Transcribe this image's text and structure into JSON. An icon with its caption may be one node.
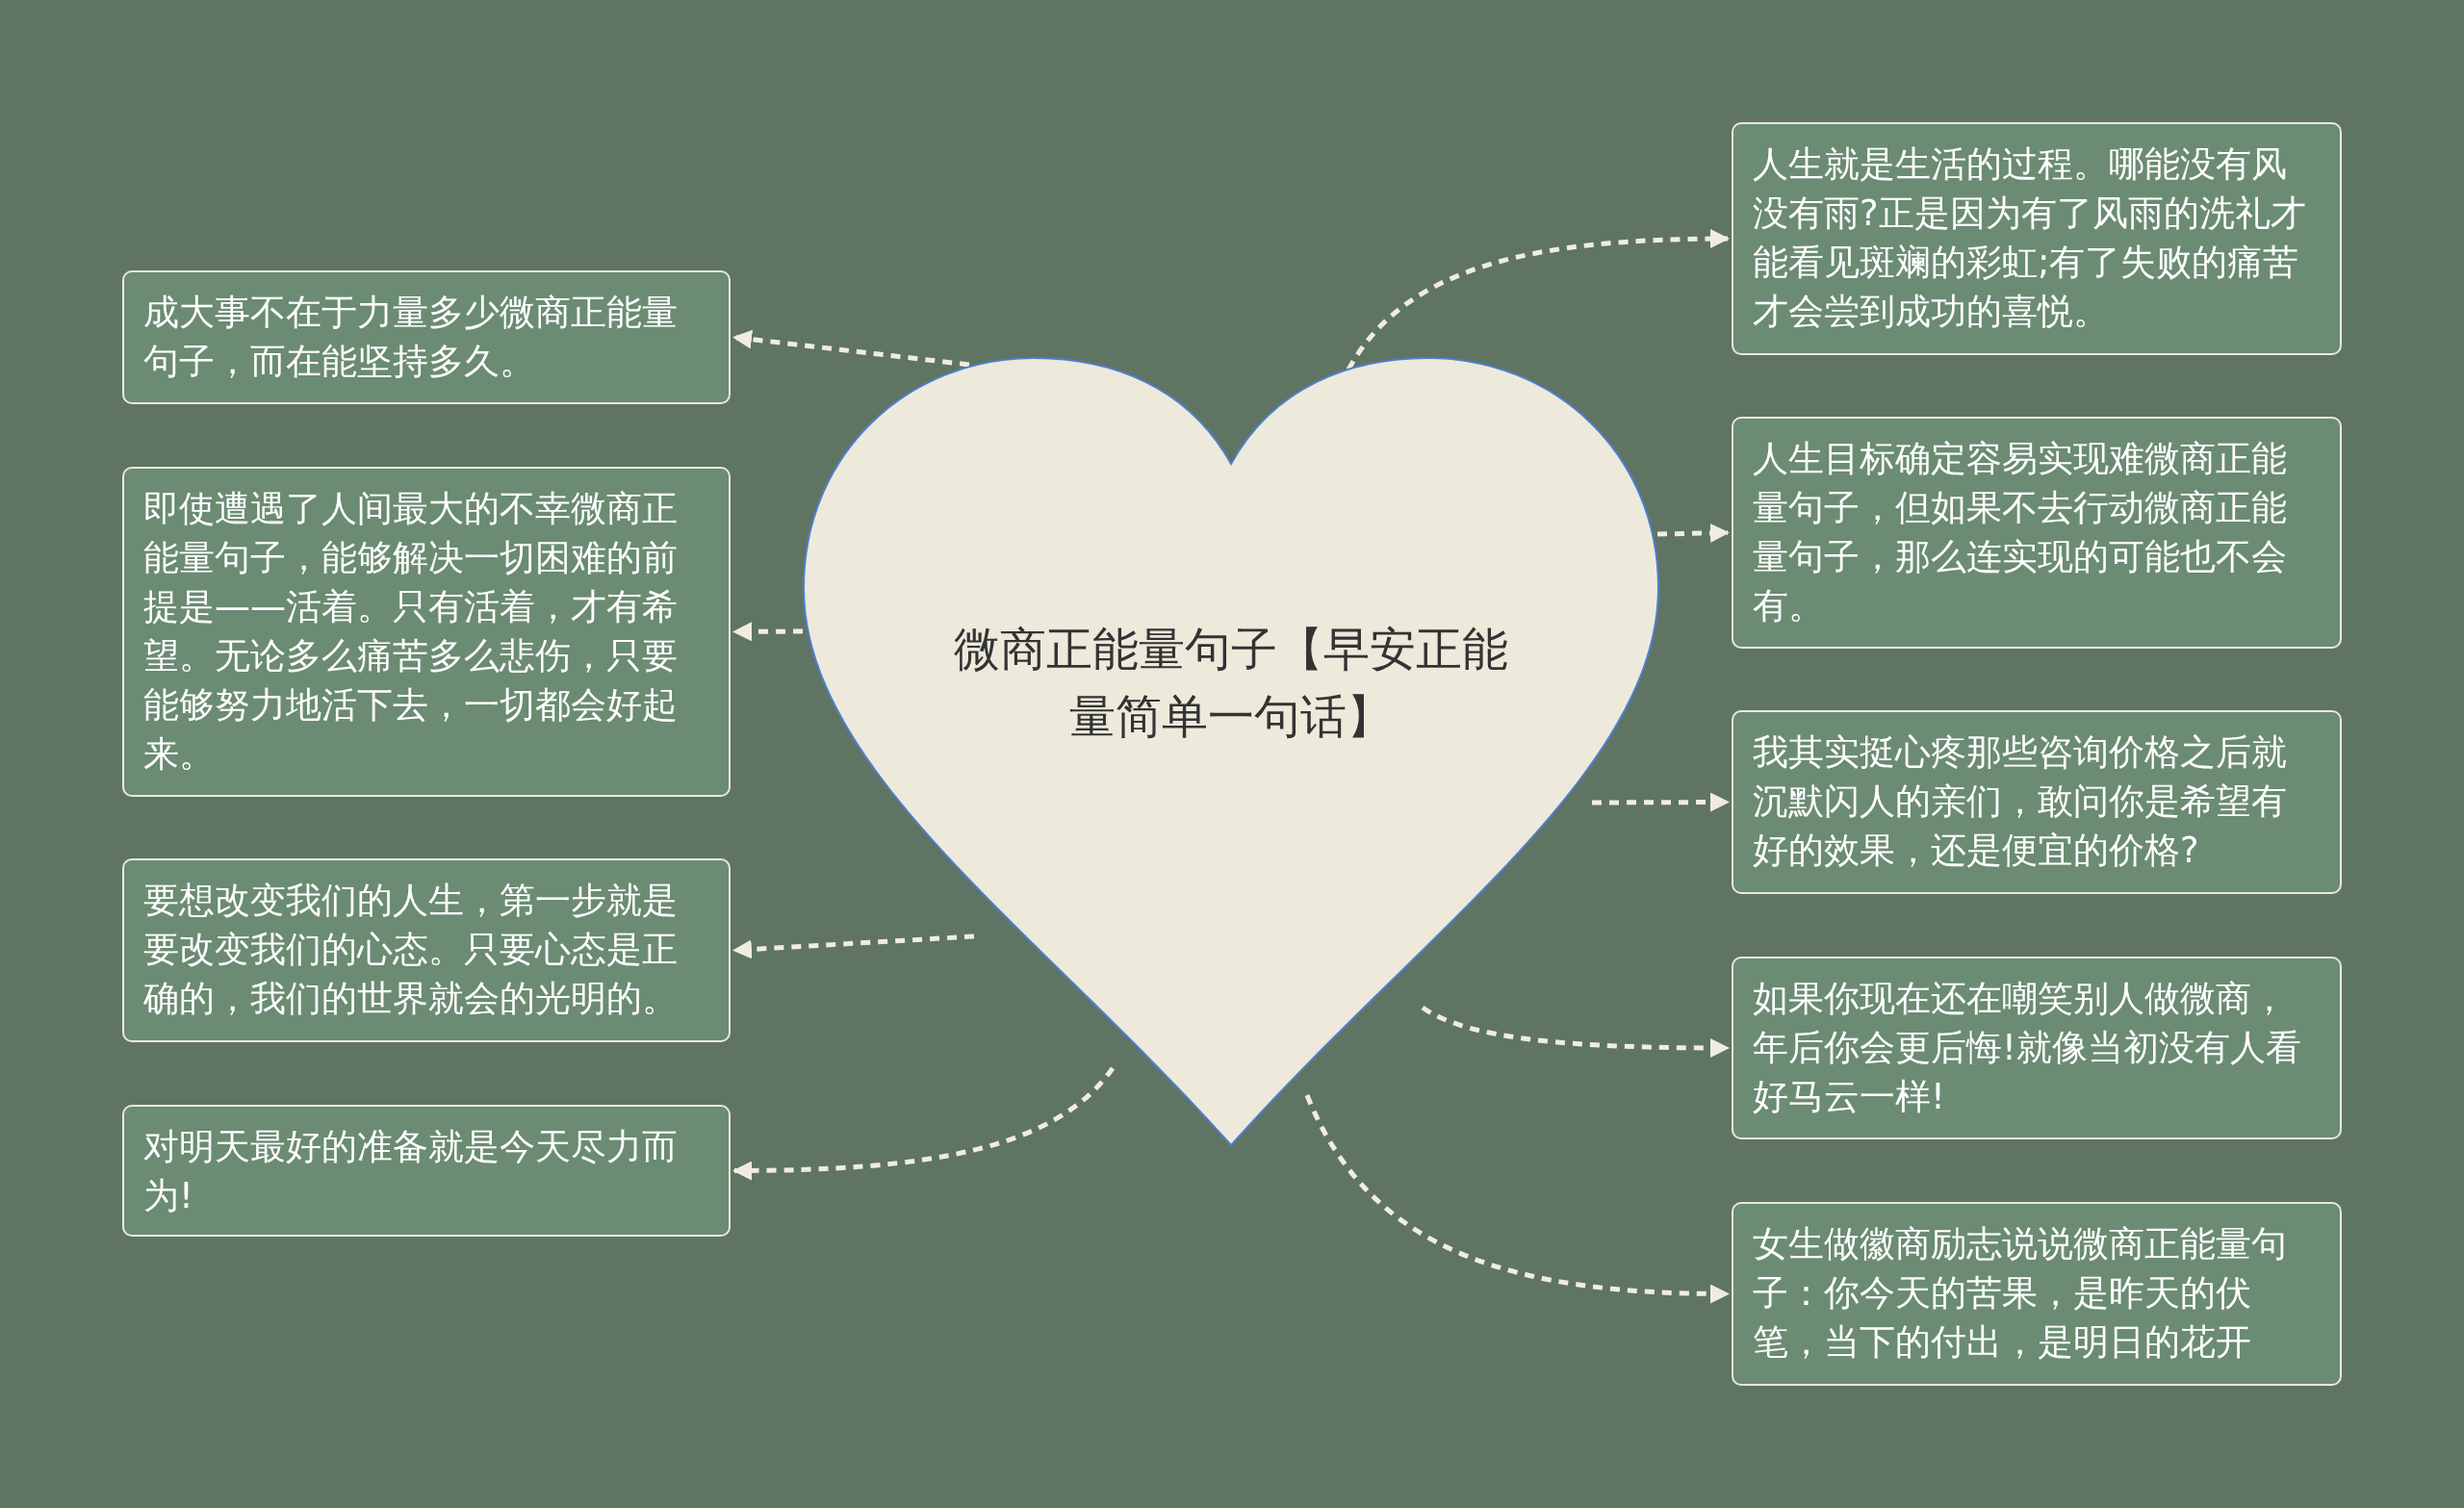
{
  "diagram": {
    "nodes": [
      {
        "text": [
          "微商正能量句子【早安正能量简单一句话】"
        ]
      },
      {
        "text": [
          "成大事不在于力量多少微商正能量句子，而在能坚持多久。"
        ]
      },
      {
        "text": [
          "即使遭遇了人间最大的不幸微商正能量句子，能够解决一切困难的前提是——活着。只有活着，才有希望。无论多么痛苦多么悲伤，只要能够努力地活下去，一切都会好起来。"
        ]
      },
      {
        "text": [
          "要想改变我们的人生，第一步就是要改变我们的心态。只要心态是正确的，我们的世界就会的光明的。"
        ]
      },
      {
        "text": [
          "对明天最好的准备就是今天尽力而为!"
        ]
      },
      {
        "text": [
          "人生就是生活的过程。哪能没有风没有雨?正是因为有了风雨的洗礼才能看见斑斓的彩虹;有了失败的痛苦才会尝到成功的喜悦。"
        ]
      },
      {
        "text": [
          "人生目标确定容易实现难微商正能量句子，但如果不去行动微商正能量句子，那么连实现的可能也不会有。"
        ]
      },
      {
        "text": [
          "我其实挺心疼那些咨询价格之后就沉默闪人的亲们，敢问你是希望有好的效果，还是便宜的价格?"
        ]
      },
      {
        "text": [
          "如果你现在还在嘲笑别人做微商，年后你会更后悔!就像当初没有人看好马云一样!"
        ]
      },
      {
        "text": [
          "女生做徽商励志说说微商正能量句子：你今天的苦果，是昨天的伏笔，当下的付出，是明日的花开"
        ]
      }
    ],
    "edges": [
      {
        "from": 0,
        "to": 1,
        "arrow": "to",
        "style": "dashed"
      },
      {
        "from": 0,
        "to": 2,
        "arrow": "to",
        "style": "dashed"
      },
      {
        "from": 0,
        "to": 3,
        "arrow": "to",
        "style": "dashed"
      },
      {
        "from": 0,
        "to": 4,
        "arrow": "to",
        "style": "dashed"
      },
      {
        "from": 0,
        "to": 5,
        "arrow": "to",
        "style": "dashed"
      },
      {
        "from": 0,
        "to": 6,
        "arrow": "to",
        "style": "dashed"
      },
      {
        "from": 0,
        "to": 7,
        "arrow": "to",
        "style": "dashed"
      },
      {
        "from": 0,
        "to": 8,
        "arrow": "to",
        "style": "dashed"
      },
      {
        "from": 0,
        "to": 9,
        "arrow": "to",
        "style": "dashed"
      }
    ]
  }
}
